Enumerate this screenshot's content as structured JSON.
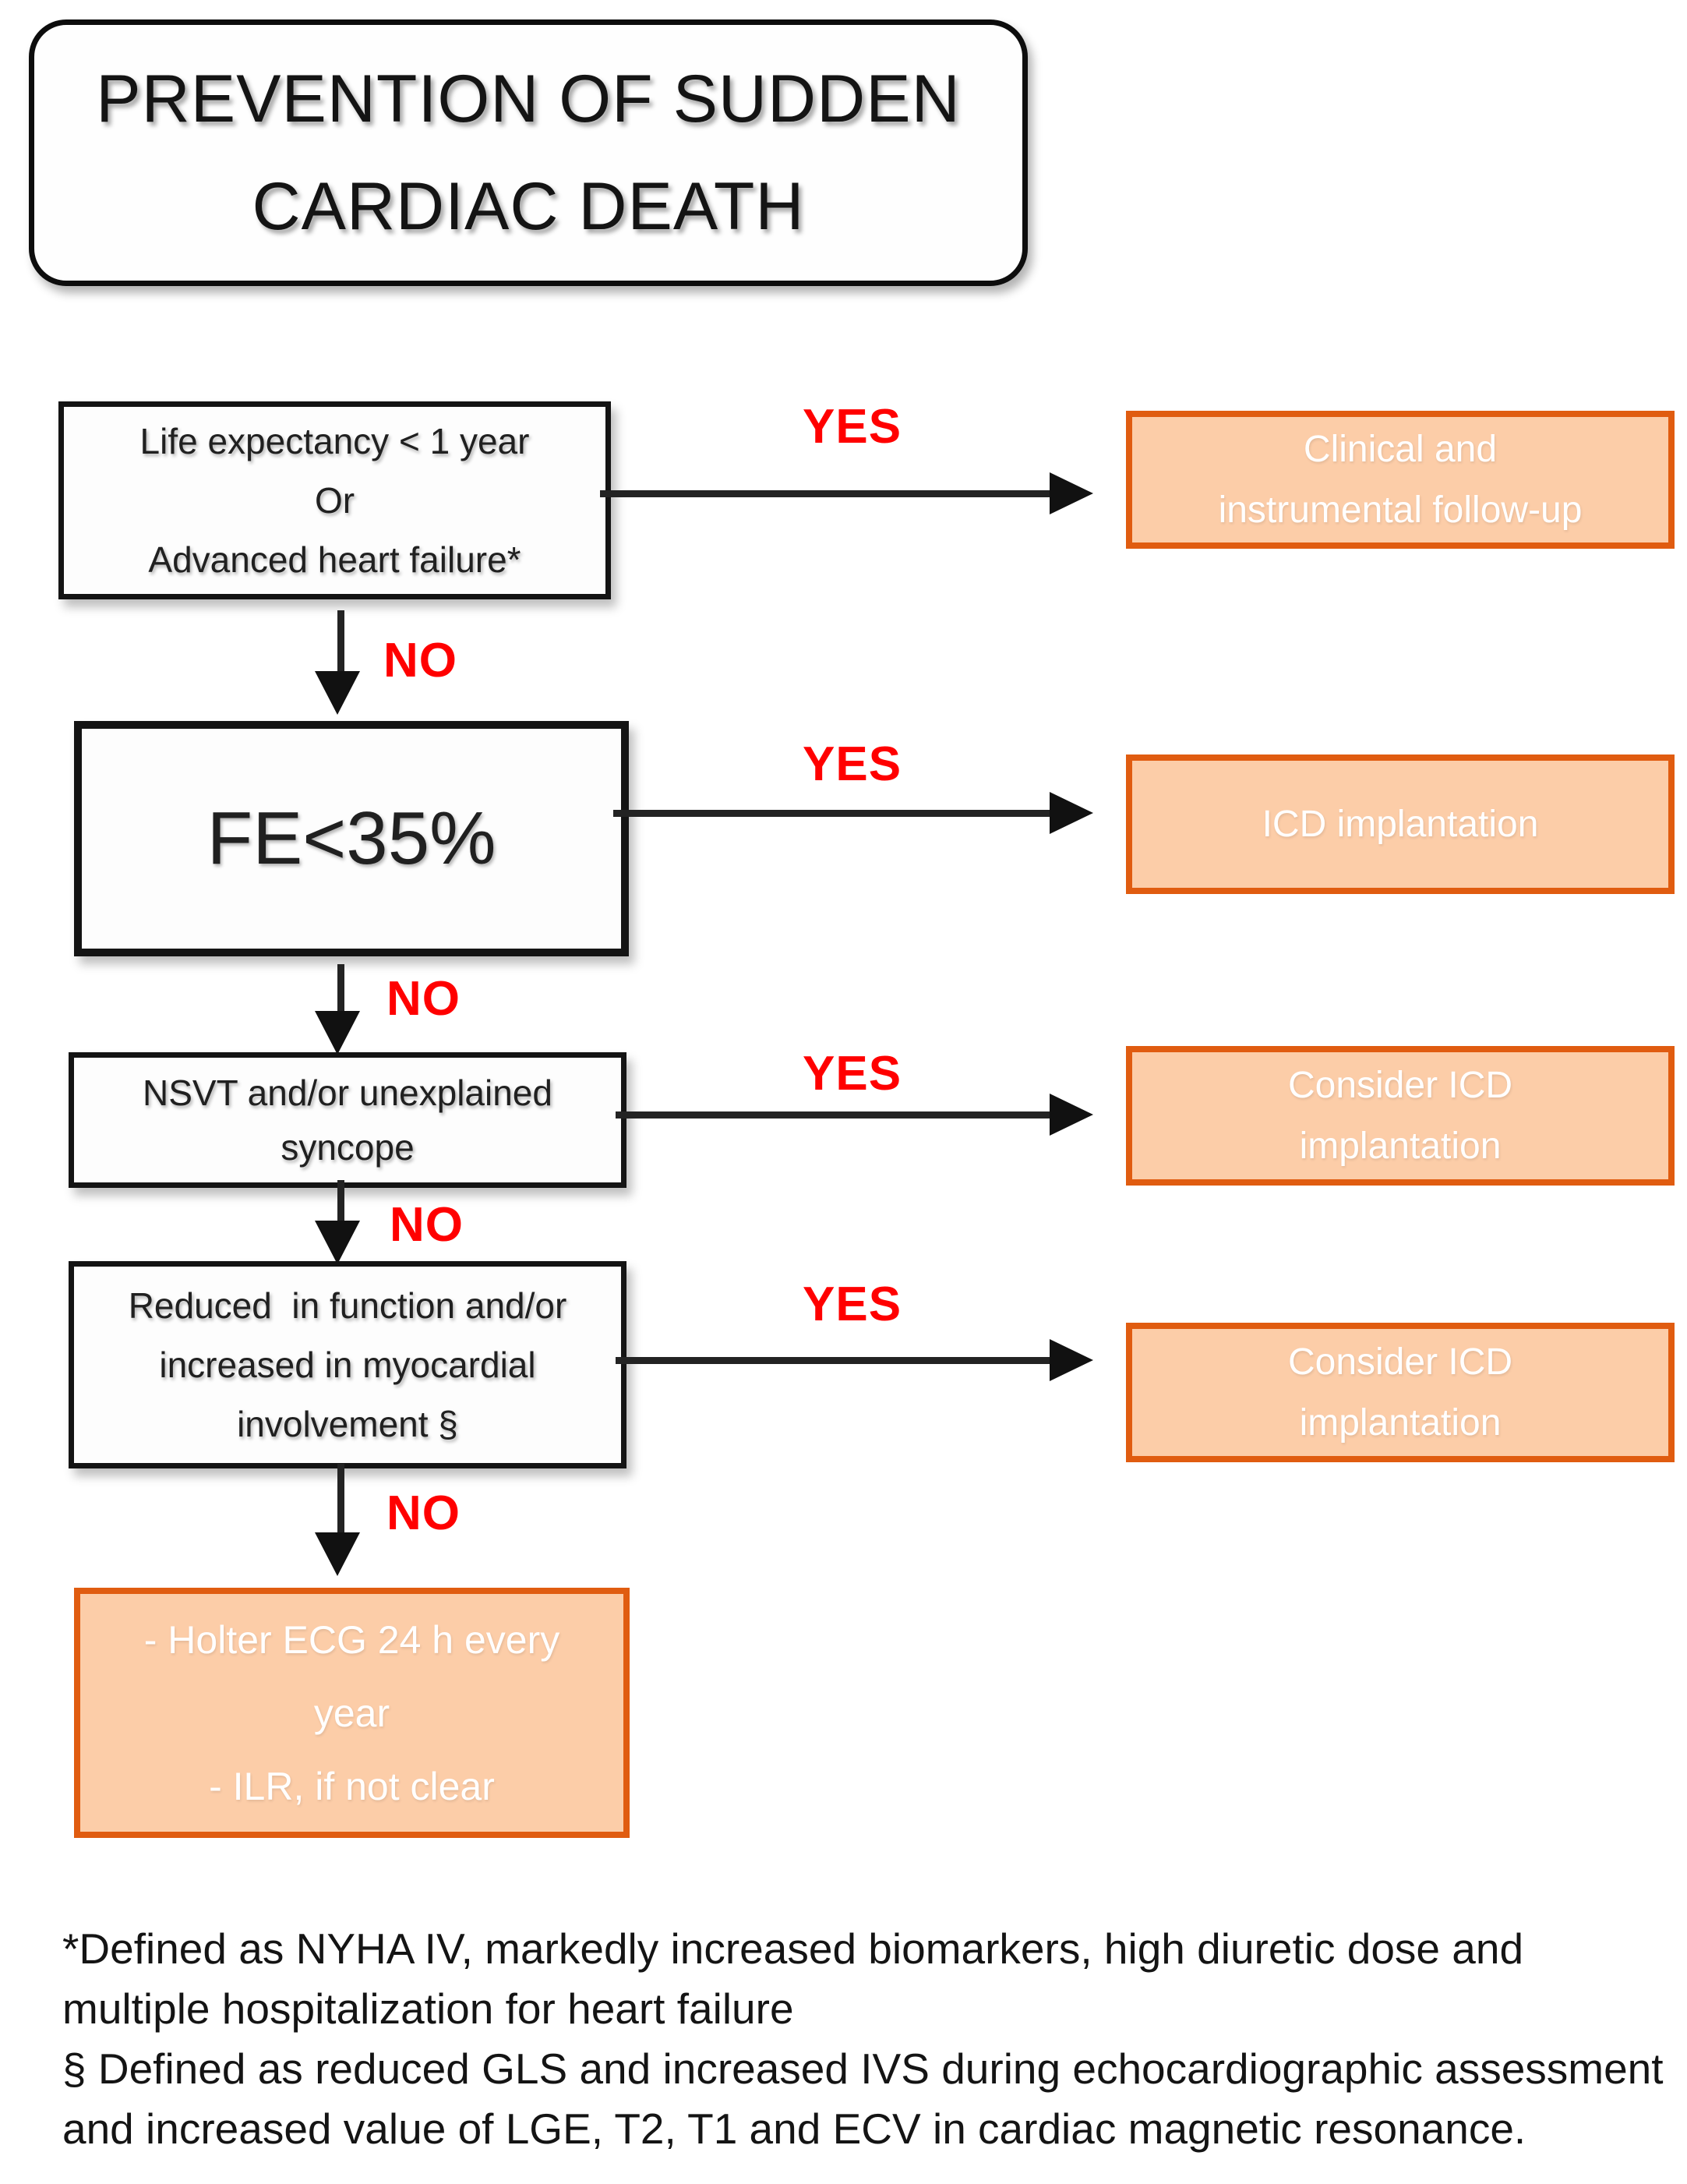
{
  "title": {
    "lines": [
      "PREVENTION OF SUDDEN",
      "CARDIAC DEATH"
    ]
  },
  "flow": {
    "labels": {
      "yes": "YES",
      "no": "NO"
    },
    "decisions": [
      {
        "id": "life-expectancy",
        "lines": [
          "Life expectancy < 1 year",
          "Or",
          "Advanced heart failure*"
        ]
      },
      {
        "id": "ejection-fraction",
        "lines": [
          "FE<35%"
        ]
      },
      {
        "id": "nsvt-syncope",
        "lines": [
          "NSVT and/or unexplained",
          "syncope"
        ]
      },
      {
        "id": "reduced-function",
        "lines": [
          "Reduced  in function and/or",
          "increased in myocardial",
          "involvement §"
        ]
      }
    ],
    "actions": [
      {
        "id": "clinical-followup",
        "lines": [
          "Clinical and",
          "instrumental follow-up"
        ]
      },
      {
        "id": "icd-implantation",
        "lines": [
          "ICD implantation"
        ]
      },
      {
        "id": "consider-icd-1",
        "lines": [
          "Consider ICD",
          "implantation"
        ]
      },
      {
        "id": "consider-icd-2",
        "lines": [
          "Consider ICD",
          "implantation"
        ]
      },
      {
        "id": "holter-ilr",
        "lines": [
          "- Holter ECG 24 h every",
          "year",
          "- ILR, if not clear"
        ]
      }
    ]
  },
  "footnotes": {
    "lines": [
      "*Defined as NYHA IV, markedly increased biomarkers, high diuretic dose and",
      "multiple hospitalization for heart failure",
      "§ Defined as reduced GLS and increased IVS during echocardiographic assessment",
      "and increased value of LGE, T2, T1 and ECV in cardiac magnetic resonance."
    ]
  },
  "colors": {
    "action_fill": "#FCCDA8",
    "action_border": "#E05C10",
    "decision_border": "#141414",
    "arrow_black": "#232323",
    "label_red": "#FF0000",
    "text_dark": "#141414",
    "action_text": "#FFFFFF"
  }
}
